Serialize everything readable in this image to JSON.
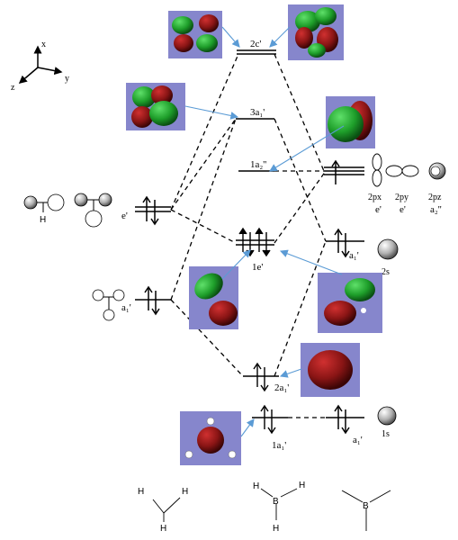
{
  "levels": {
    "mo_2c": "2c'",
    "mo_3a1": "3a₁'",
    "mo_1a2": "1a₂''",
    "mo_1e": "1e'",
    "mo_2a1": "2a₁'",
    "mo_1a1": "1a₁'"
  },
  "left": {
    "e_label": "e'",
    "a1_label": "a₁'",
    "h_atom": "H"
  },
  "right": {
    "p_labels": [
      "2px",
      "2py",
      "2pz"
    ],
    "p_sym": [
      "e'",
      "e'",
      "a₂''"
    ],
    "s2_label": "2s",
    "a1_upper": "a₁'",
    "s1_label": "1s",
    "a1_lower": "a₁'"
  },
  "axes": {
    "x": "x",
    "y": "y",
    "z": "z"
  },
  "molecules": {
    "ch3": [
      "H",
      "H",
      "H"
    ],
    "bh3_b": "B",
    "bh3_h": [
      "H",
      "H",
      "H"
    ],
    "bh3_noH_b": "B"
  },
  "colors": {
    "orbital_bg": "#8686cc",
    "lobe_green": "#1e9e2a",
    "lobe_red": "#8a1515",
    "arrow": "#5b9bd5"
  }
}
